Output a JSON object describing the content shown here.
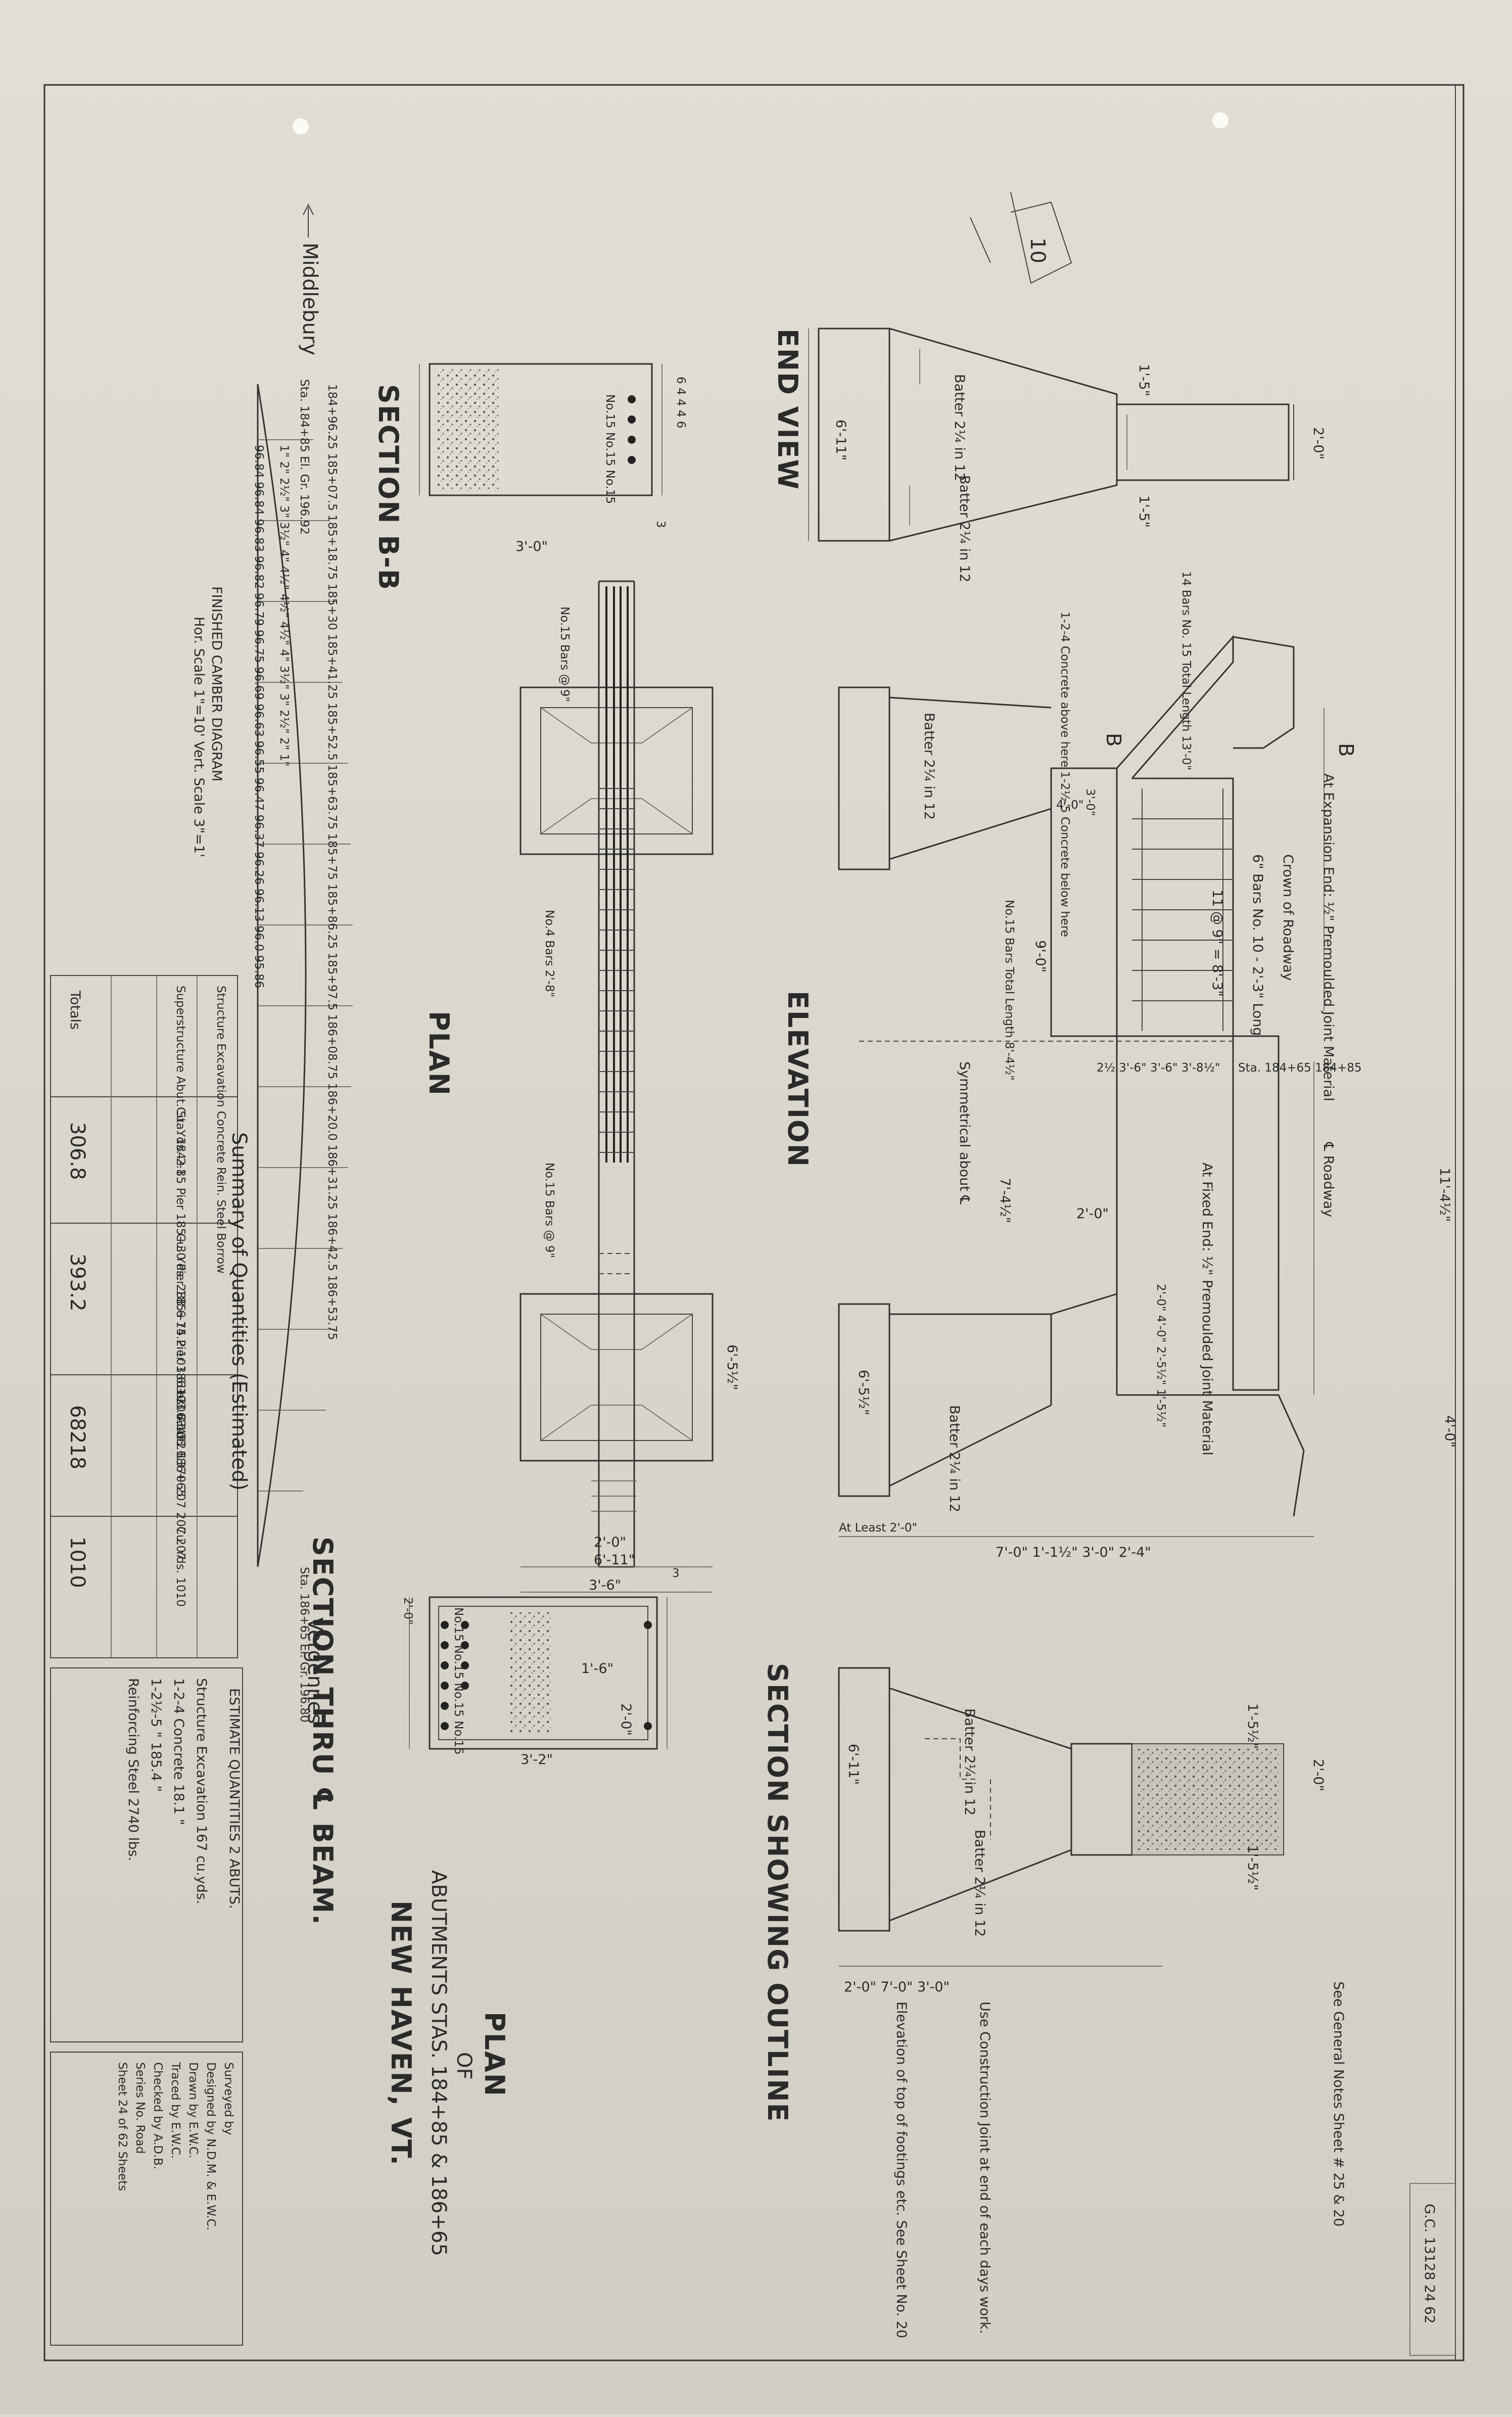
{
  "sheet": {
    "edge_stamp": "",
    "drawing_number": "G.C. 13128 24 62",
    "stamp": ""
  },
  "views": {
    "end_view": "END VIEW",
    "section_bb": "SECTION B-B",
    "plan": "PLAN",
    "elevation": "ELEVATION",
    "section_beam": "SECTION THRU ℄ BEAM.",
    "section_outline": "SECTION SHOWING OUTLINE"
  },
  "end_view": {
    "dim_width": "6'-11\"",
    "batter_top": "Batter 2¼ in 12",
    "batter_bottom": "Batter 2¼ in 12",
    "dim_top": "1'-5\"",
    "dim_bottom": "1'-5\"",
    "dim_bearing": "2'-0\""
  },
  "section_bb": {
    "bar_labels": "No.15  No.15  No.15",
    "dim_ticks": "6  4  4  4  6",
    "dim_width": "3'-0\"",
    "dim_cover": "3"
  },
  "camber": {
    "direction_left": "Middlebury",
    "direction_right": "Vergennes",
    "end_left": "Sta. 184+85   El. Gr. 196.92",
    "end_right": "Sta. 186+65   El. Gr. 196.80",
    "stations": "184+96.25   185+07.5   185+18.75   185+30   185+41.25   185+52.5   185+63.75   185+75   185+86.25   185+97.5   186+08.75   186+20.0   186+31.25   186+42.5   186+53.75",
    "elevations": "96.84   96.84   96.83   96.82   96.79   96.75   96.69   96.63   96.55   96.47   96.37   96.26   96.13   96.0   95.86",
    "ordinates": "1\"  2\"  2½\"  3\"  3½\"  4\"  4½\"  4½\"  4½\"  4\"  3½\"  3\"  2½\"  2\"  1\"",
    "title": "FINISHED CAMBER DIAGRAM",
    "scale": "Hor. Scale 1\"=10'   Vert. Scale 3\"=1'"
  },
  "summary": {
    "title": "Summary of Quantities (Estimated)",
    "header": "Structure   Excavation   Concrete   Rein. Steel   Borrow",
    "structures": "Superstructure   Abut. Sta. 184+85   Pier 185+30   Pier 185+75   Pier 186+20   Abut. 186+65",
    "excavation": "Cu. Yds.   2.1   . . .",
    "concrete": "Cu. Yds.   288.6   14.2   103.6   103.6   103.6",
    "steel": "Lbs.   63492   1370   207   207   207",
    "borrow": "Cu. Yds.   1010",
    "totals_label": "Totals",
    "totals": {
      "excavation": "306.8",
      "concrete": "393.2",
      "steel": "68218",
      "borrow": "1010"
    }
  },
  "plan": {
    "bars_top": "No.15 Bars @ 9\"",
    "bars_mid": "No.4 Bars 2'-8\"",
    "bars_bottom": "No.15 Bars @ 9\"",
    "dim_right": "6'-5½\"",
    "dim_width": "2'-0\"",
    "dim_overall": "6'-11\"",
    "dim_base": "3'-6\""
  },
  "section_beam": {
    "bar_labels": "No.15  No.15  No.15  No.15",
    "dim_depth": "1'-6\"",
    "dim_inner": "2'-0\"",
    "dim_width": "3'-2\"",
    "dim_left": "2'-0\"",
    "dim_cover": "3"
  },
  "elevation": {
    "section_mark": "B",
    "expansion_end": "At Expansion End: ½\" Premoulded Joint Material",
    "crown": "Crown of Roadway",
    "bars_main": "6\" Bars No. 10 - 2'-3\" Long",
    "bar_spacing": "11 @ 9\" = 8'-3\"",
    "bars_top": "14 Bars No. 15 Total Length 13'-0\"",
    "concrete_note": "1-2-4 Concrete above here   1-2½-5 Concrete below here",
    "bars_15": "No.15 Bars   Total Length 8'-4½\"",
    "batter": "Batter 2¼ in 12",
    "dim_30": "3'-0\"",
    "dim_40": "4'-0\"",
    "dim_90": "9'-0\"",
    "station_centre": "℄ Roadway",
    "stations": "Sta. 184+65   184+85",
    "dims_row": "2½  3'-6\"  3'-6\"  3'-8½\"",
    "fixed_end": "At Fixed End: ½\" Premoulded Joint Material",
    "symmetrical": "Symmetrical about ℄",
    "dim_74": "7'-4½\"",
    "dim_20": "2'-0\"",
    "dim_114": "11'-4½\"",
    "dims_right": "2'-0\"  4'-0\"  2'-5½\"  1'-5½\"",
    "dim_65": "6'-5½\"",
    "dim_44": "4'-0\"",
    "at_least": "At Least 2'-0\"",
    "bottom_dims": "7'-0\"   1'-1½\"   3'-0\"   2'-4\""
  },
  "section_outline": {
    "dim_width": "6'-11\"",
    "batter_top": "Batter 2¼ in 12",
    "batter_bottom": "Batter 2¼ in 12",
    "dim_top": "1'-5½\"",
    "dim_bearing": "2'-0\"",
    "dim_bottom": "1'-5½\"",
    "bottom_dims": "2'-0\"        7'-0\"        3'-0\"",
    "joint_note": "Use Construction Joint at end of each days work."
  },
  "notes": {
    "pencil_mark": "10",
    "footings": "Elevation of top of footings etc. See Sheet No. 20",
    "general_notes": "See General Notes Sheet # 25 & 20"
  },
  "title": {
    "line1": "PLAN",
    "line2": "OF",
    "line3": "ABUTMENTS STAS. 184+85 & 186+65",
    "line4": "NEW HAVEN, VT."
  },
  "estimate": {
    "title": "ESTIMATE QUANTITIES 2 ABUTS.",
    "rows": [
      "Structure Excavation   167   cu.yds.",
      "1-2-4 Concrete   18.1   \"",
      "1-2½-5   \"   185.4   \"",
      "Reinforcing Steel   2740   lbs."
    ]
  },
  "signoff": {
    "rows": [
      "Surveyed by",
      "Designed by   N.D.M. & E.W.C.",
      "Drawn by   E.W.C.",
      "Traced by   E.W.C.",
      "Checked by   A.D.B.",
      "Series   No.   Road",
      "Sheet 24 of 62 Sheets"
    ]
  }
}
